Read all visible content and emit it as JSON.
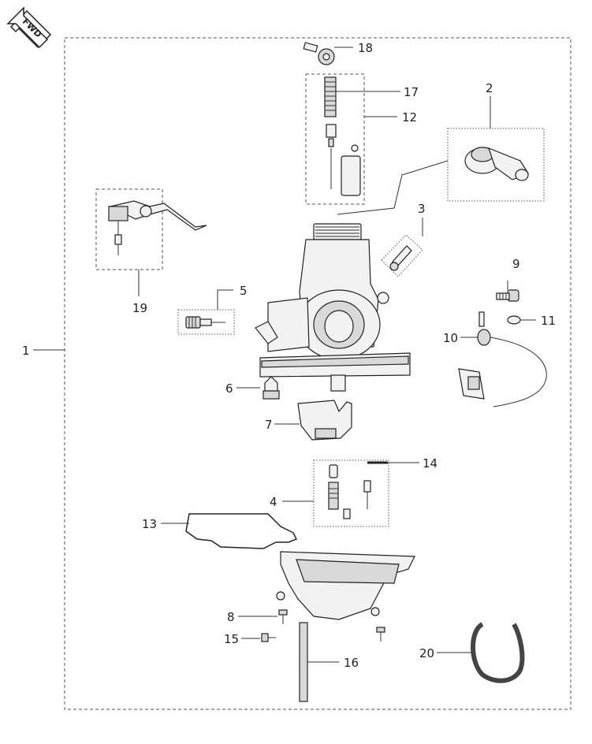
{
  "direction_badge": "FWD",
  "callouts": [
    {
      "id": "c1",
      "text": "1"
    },
    {
      "id": "c2",
      "text": "2"
    },
    {
      "id": "c3",
      "text": "3"
    },
    {
      "id": "c4",
      "text": "4"
    },
    {
      "id": "c5",
      "text": "5"
    },
    {
      "id": "c6",
      "text": "6"
    },
    {
      "id": "c7",
      "text": "7"
    },
    {
      "id": "c8",
      "text": "8"
    },
    {
      "id": "c9",
      "text": "9"
    },
    {
      "id": "c10",
      "text": "10"
    },
    {
      "id": "c11",
      "text": "11"
    },
    {
      "id": "c12",
      "text": "12"
    },
    {
      "id": "c13",
      "text": "13"
    },
    {
      "id": "c14",
      "text": "14"
    },
    {
      "id": "c15",
      "text": "15"
    },
    {
      "id": "c16",
      "text": "16"
    },
    {
      "id": "c17",
      "text": "17"
    },
    {
      "id": "c18",
      "text": "18"
    },
    {
      "id": "c19",
      "text": "19"
    },
    {
      "id": "c20",
      "text": "20"
    }
  ]
}
